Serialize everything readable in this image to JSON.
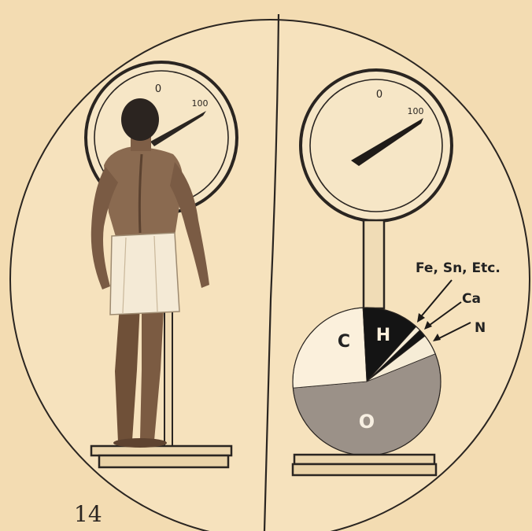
{
  "page": {
    "page_number": "14"
  },
  "left_scale": {
    "dial_zero_label": "0",
    "dial_hundred_label": "100",
    "needle_reading": 100
  },
  "right_scale": {
    "dial_zero_label": "0",
    "dial_hundred_label": "100",
    "needle_reading": 100,
    "composition_pie": {
      "slices": [
        {
          "label": "O",
          "color": "#9b9188",
          "label_color": "#f7efe2"
        },
        {
          "label": "C",
          "color": "#fbf0dc",
          "label_color": "#222222"
        },
        {
          "label": "H",
          "color": "#141414",
          "label_color": "#fbf0dc"
        },
        {
          "label": "",
          "color": "#f6ecd6",
          "label_color": "#222222"
        },
        {
          "label": "",
          "color": "#141414",
          "label_color": "#fbf0dc"
        },
        {
          "label": "",
          "color": "#f6ecd6",
          "label_color": "#222222"
        }
      ],
      "callouts": [
        "Fe, Sn, Etc.",
        "Ca",
        "N"
      ]
    }
  },
  "colors": {
    "paper": "#f3dcb2",
    "ink": "#2a2521",
    "dial_face": "#f6e6c6",
    "skin": "#8a6a50",
    "towel": "#f4ead6",
    "oxygen_gray": "#9b9188"
  }
}
